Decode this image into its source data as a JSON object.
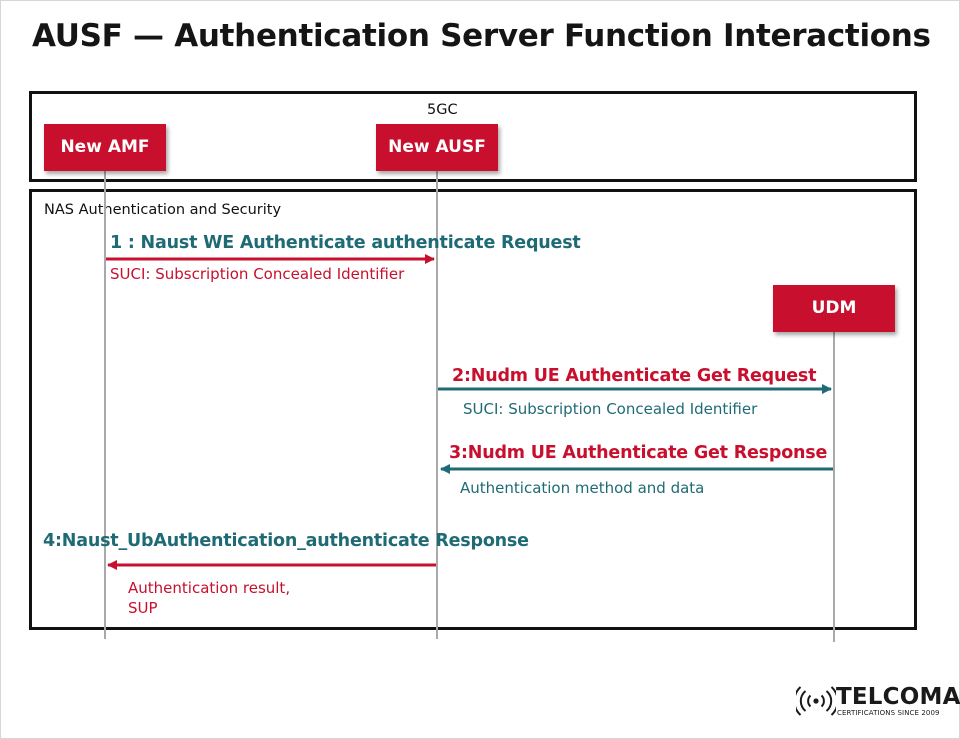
{
  "title": "AUSF — Authentication Server Function Interactions",
  "colors": {
    "accent_red": "#c8102e",
    "teal": "#1f6b75",
    "lifeline": "#a9a9a9",
    "border": "#111111"
  },
  "groups": {
    "core": "5GC",
    "nas": "NAS Authentication and Security"
  },
  "nodes": {
    "amf": "New AMF",
    "ausf": "New AUSF",
    "udm": "UDM"
  },
  "messages": [
    {
      "label": "1 : Naust WE Authenticate authenticate Request",
      "detail": "SUCI: Subscription Concealed Identifier",
      "from": "amf",
      "to": "ausf"
    },
    {
      "label": "2:Nudm UE Authenticate Get Request",
      "detail": "SUCI: Subscription Concealed Identifier",
      "from": "ausf",
      "to": "udm"
    },
    {
      "label": "3:Nudm UE Authenticate Get Response",
      "detail": "Authentication method and data",
      "from": "udm",
      "to": "ausf"
    },
    {
      "label": "4:Naust_UbAuthentication_authenticate Response",
      "detail": [
        "Authentication result,",
        "SUP"
      ],
      "from": "ausf",
      "to": "amf"
    }
  ],
  "logo": {
    "name": "TELCOMA",
    "tagline": "CERTIFICATIONS SINCE 2009",
    "icon": "signal-waves-icon"
  }
}
